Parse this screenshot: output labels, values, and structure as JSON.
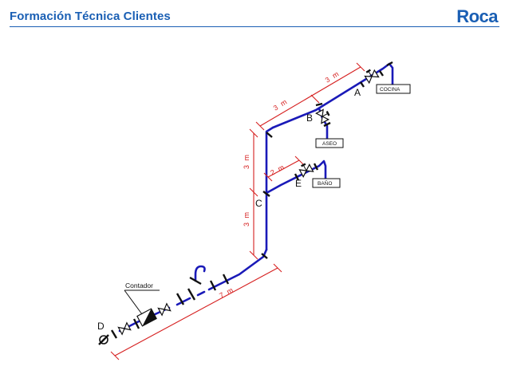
{
  "header": {
    "title": "Formación Técnica Clientes",
    "brand": "Roca"
  },
  "diagram": {
    "points": {
      "A": "A",
      "B": "B",
      "C": "C",
      "D": "D",
      "E": "E"
    },
    "fixtures": {
      "cocina": "COCINA",
      "aseo": "ASEO",
      "bano": "BAÑO"
    },
    "meter_label": "Contador",
    "dimensions": {
      "main_run": "7 m",
      "riser_lower": "3 m",
      "riser_upper": "3 m",
      "branch_e": "2 m",
      "upper_run_b": "3 m",
      "upper_run_a": "3 m"
    }
  },
  "colors": {
    "title": "#1a5fb4",
    "pipe": "#1a1ab8",
    "dimension": "#d62020"
  }
}
